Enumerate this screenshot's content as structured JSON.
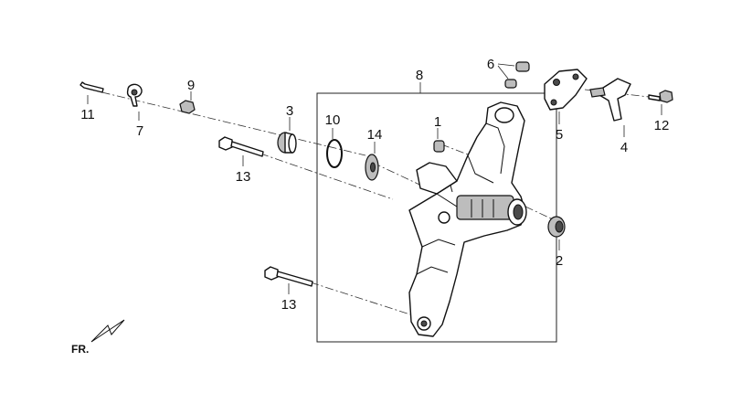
{
  "diagram": {
    "callouts": {
      "c1": "1",
      "c2": "2",
      "c3": "3",
      "c4": "4",
      "c5": "5",
      "c6": "6",
      "c7": "7",
      "c8": "8",
      "c9": "9",
      "c10": "10",
      "c11": "11",
      "c12": "12",
      "c13a": "13",
      "c13b": "13",
      "c14": "14"
    },
    "front_marker": "FR."
  }
}
